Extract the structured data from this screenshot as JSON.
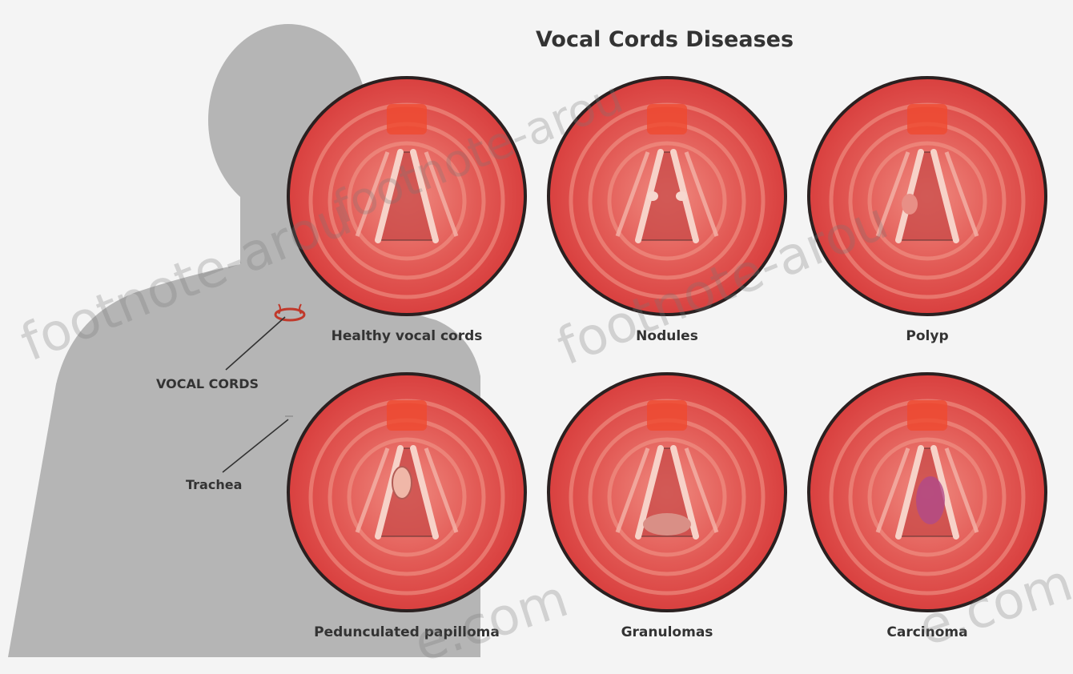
{
  "title": "Vocal Cords Diseases",
  "labels": {
    "vocal_cords": "VOCAL CORDS",
    "trachea": "Trachea"
  },
  "panels": [
    {
      "caption": "Healthy vocal cords",
      "condition": "healthy"
    },
    {
      "caption": "Nodules",
      "condition": "nodules"
    },
    {
      "caption": "Polyp",
      "condition": "polyp"
    },
    {
      "caption": "Pedunculated papilloma",
      "condition": "papilloma"
    },
    {
      "caption": "Granulomas",
      "condition": "granulomas"
    },
    {
      "caption": "Carcinoma",
      "condition": "carcinoma"
    }
  ],
  "watermarks": [
    "footnote-arou",
    "footnote-arou",
    "footnote-arou",
    "e.com",
    "e.com"
  ],
  "colors": {
    "background": "#f4f4f4",
    "silhouette": "#b5b5b5",
    "tissue": "#e0534f",
    "tissue_light": "#f29a8c",
    "outline": "#2a2020",
    "lesion": "#b04a8a"
  }
}
